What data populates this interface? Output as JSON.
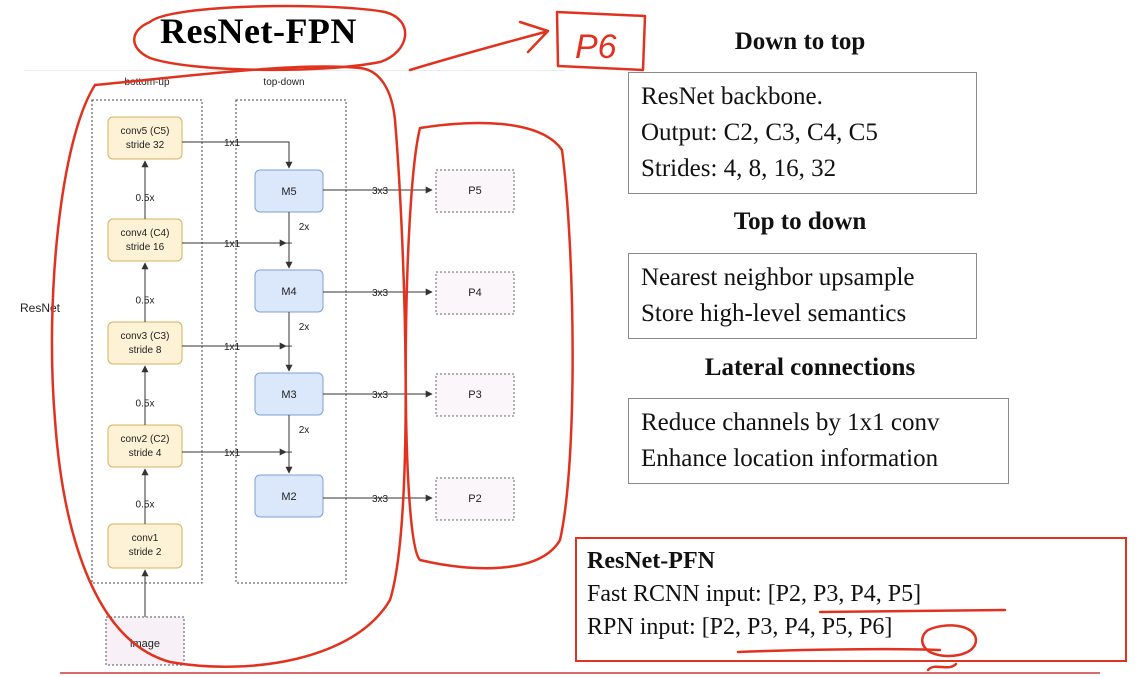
{
  "title": "ResNet-FPN",
  "annotation_text": "P6",
  "diagram": {
    "labels": {
      "bottom_up": "bottom-up",
      "top_down": "top-down",
      "resnet": "ResNet",
      "image": "image"
    },
    "stages": [
      {
        "name": "conv5 (C5)",
        "stride": "stride 32"
      },
      {
        "name": "conv4 (C4)",
        "stride": "stride 16"
      },
      {
        "name": "conv3 (C3)",
        "stride": "stride 8"
      },
      {
        "name": "conv2 (C2)",
        "stride": "stride 4"
      },
      {
        "name": "conv1",
        "stride": "stride 2"
      }
    ],
    "downsample_labels": [
      "0.5x",
      "0.5x",
      "0.5x",
      "0.5x"
    ],
    "merge_nodes": [
      "M5",
      "M4",
      "M3",
      "M2"
    ],
    "lateral_labels": [
      "1x1",
      "1x1",
      "1x1",
      "1x1"
    ],
    "upsample_labels": [
      "2x",
      "2x",
      "2x"
    ],
    "output_conv_labels": [
      "3x3",
      "3x3",
      "3x3",
      "3x3"
    ],
    "outputs": [
      "P5",
      "P4",
      "P3",
      "P2"
    ],
    "colors": {
      "stage_fill": "#fdf1d6",
      "stage_stroke": "#d6b25e",
      "merge_fill": "#dbe7fb",
      "merge_stroke": "#7d9fd6",
      "output_fill": "#faf6fa",
      "annotation_red": "#e0321e"
    }
  },
  "sections": {
    "down_to_top": {
      "heading": "Down to top",
      "lines": [
        "ResNet backbone.",
        "Output: C2, C3, C4, C5",
        "Strides: 4, 8, 16, 32"
      ]
    },
    "top_to_down": {
      "heading": "Top to down",
      "lines": [
        "Nearest neighbor upsample",
        "Store high-level semantics"
      ]
    },
    "lateral": {
      "heading": "Lateral connections",
      "lines": [
        "Reduce channels by 1x1 conv",
        "Enhance location information"
      ]
    }
  },
  "summary": {
    "heading": "ResNet-PFN",
    "lines": [
      "Fast RCNN input: [P2, P3, P4, P5]",
      "RPN input: [P2, P3, P4, P5, P6]"
    ]
  }
}
